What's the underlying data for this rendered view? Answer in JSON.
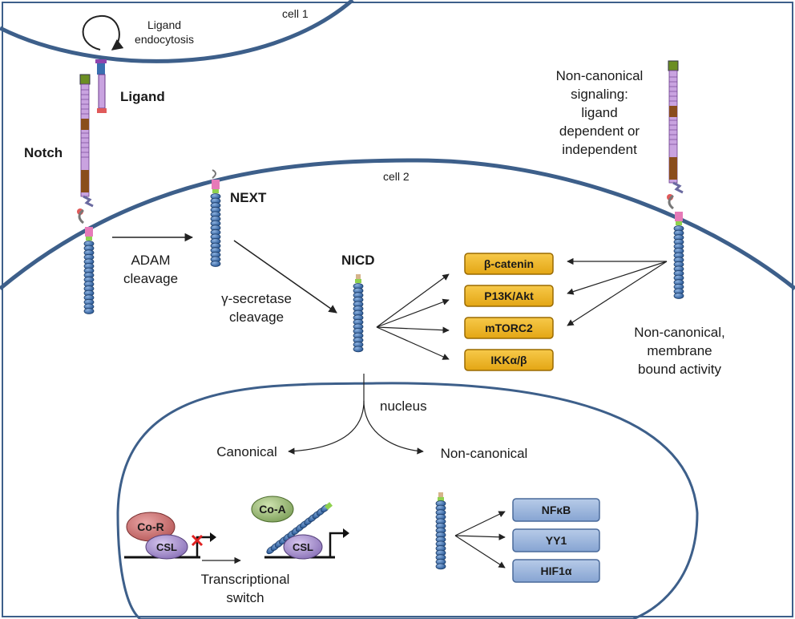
{
  "labels": {
    "cell1": "cell 1",
    "cell2": "cell 2",
    "ligand_endocytosis_1": "Ligand",
    "ligand_endocytosis_2": "endocytosis",
    "ligand": "Ligand",
    "notch": "Notch",
    "next": "NEXT",
    "nicd": "NICD",
    "adam_1": "ADAM",
    "adam_2": "cleavage",
    "gamma_1": "γ-secretase",
    "gamma_2": "cleavage",
    "noncanon_signal": [
      "Non-canonical",
      "signaling:",
      "ligand",
      "dependent or",
      "independent"
    ],
    "noncanon_membrane": [
      "Non-canonical,",
      "membrane",
      "bound activity"
    ],
    "nucleus": "nucleus",
    "canonical": "Canonical",
    "non_canonical": "Non-canonical",
    "co_r": "Co-R",
    "csl": "CSL",
    "co_a": "Co-A",
    "csl2": "CSL",
    "transcriptional_1": "Transcriptional",
    "transcriptional_2": "switch"
  },
  "membrane_targets": [
    "β-catenin",
    "P13K/Akt",
    "mTORC2",
    "IKKα/β"
  ],
  "nuclear_targets": [
    "NFκB",
    "YY1",
    "HIF1α"
  ],
  "colors": {
    "membrane": "#3d5f8a",
    "orange_box": "#f2b824",
    "blue_box": "#9db7dc",
    "bead": "#3a6fb0",
    "ecd": "#c9a3e0",
    "ecd_dark": "#8a4d1c",
    "pink": "#e67ab8",
    "green_cap": "#6b8e23"
  }
}
